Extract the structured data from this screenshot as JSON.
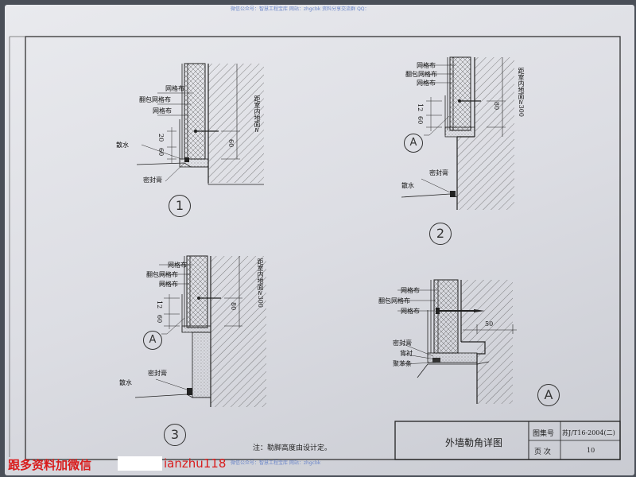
{
  "watermark": {
    "top": "微信公众号：智慧工程宝库   网站：zhgcbk   资料分享交流群 QQ：",
    "bottom": "微信公众号：智慧工程宝库   网站：zhgcbk"
  },
  "details": {
    "d1": {
      "number": "1",
      "mesh_outer": "网格布",
      "mesh_wrap": "翻包网格布",
      "mesh_inner": "网格布",
      "dim_upper": "20",
      "dim_lower": "60",
      "dim_side": "60",
      "indoor_floor": "距室内地面≥",
      "drainage": "散水",
      "sealant": "密封膏"
    },
    "d2": {
      "number": "2",
      "mesh_outer": "网格布",
      "mesh_wrap": "翻包网格布",
      "mesh_inner": "网格布",
      "dim_upper": "12",
      "dim_lower": "60",
      "dim_side": "80",
      "indoor_floor": "距室内地面≥300",
      "ref": "A",
      "drainage": "散水",
      "sealant": "密封膏"
    },
    "d3": {
      "number": "3",
      "mesh_outer": "网格布",
      "mesh_wrap": "翻包网格布",
      "mesh_inner": "网格布",
      "dim_upper": "12",
      "dim_lower": "60",
      "dim_side": "80",
      "indoor_floor": "距室内地面≥300",
      "ref": "A",
      "drainage": "散水",
      "sealant": "密封膏"
    },
    "dA": {
      "mesh_outer": "网格布",
      "mesh_wrap": "翻包网格布",
      "mesh_inner": "网格布",
      "dim": "50",
      "sealant": "密封膏",
      "backing": "背衬",
      "foam": "聚苯条",
      "ref": "A"
    }
  },
  "note": "注：勒脚高度由设计定。",
  "title_block": {
    "title": "外墙勒角详图",
    "atlas_label": "图集号",
    "atlas_value": "苏J/T16-2004(二)",
    "page_label": "页  次",
    "page_value": "10"
  },
  "footer": {
    "promo": "跟多资料加微信",
    "id": "ianzhu118"
  }
}
